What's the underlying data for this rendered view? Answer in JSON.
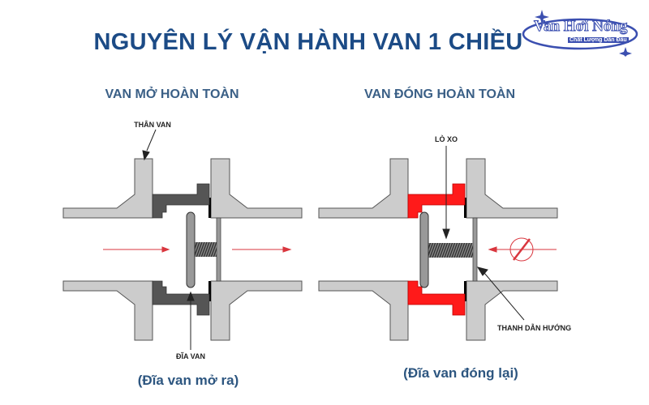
{
  "title": "NGUYÊN LÝ VẬN HÀNH VAN 1 CHIỀU",
  "logo": {
    "name": "Van Hơi Nóng",
    "tagline": "Chất Lượng Dẫn Đầu"
  },
  "left_panel": {
    "heading": "VAN MỞ HOÀN TOÀN",
    "labels": {
      "body": "THÂN VAN",
      "disc": "ĐĨA VAN"
    },
    "caption": "(Đĩa van mở ra)"
  },
  "right_panel": {
    "heading": "VAN ĐÓNG HOÀN TOÀN",
    "labels": {
      "spring": "LÒ XO",
      "guide": "THANH DẪN HƯỚNG"
    },
    "caption": "(Đĩa van đóng lại)"
  },
  "colors": {
    "title": "#1c4b86",
    "open_body": "#555555",
    "closed_body": "#ff1a1a",
    "flow_arrow": "#d9363e",
    "pipe": "#cccccc"
  }
}
